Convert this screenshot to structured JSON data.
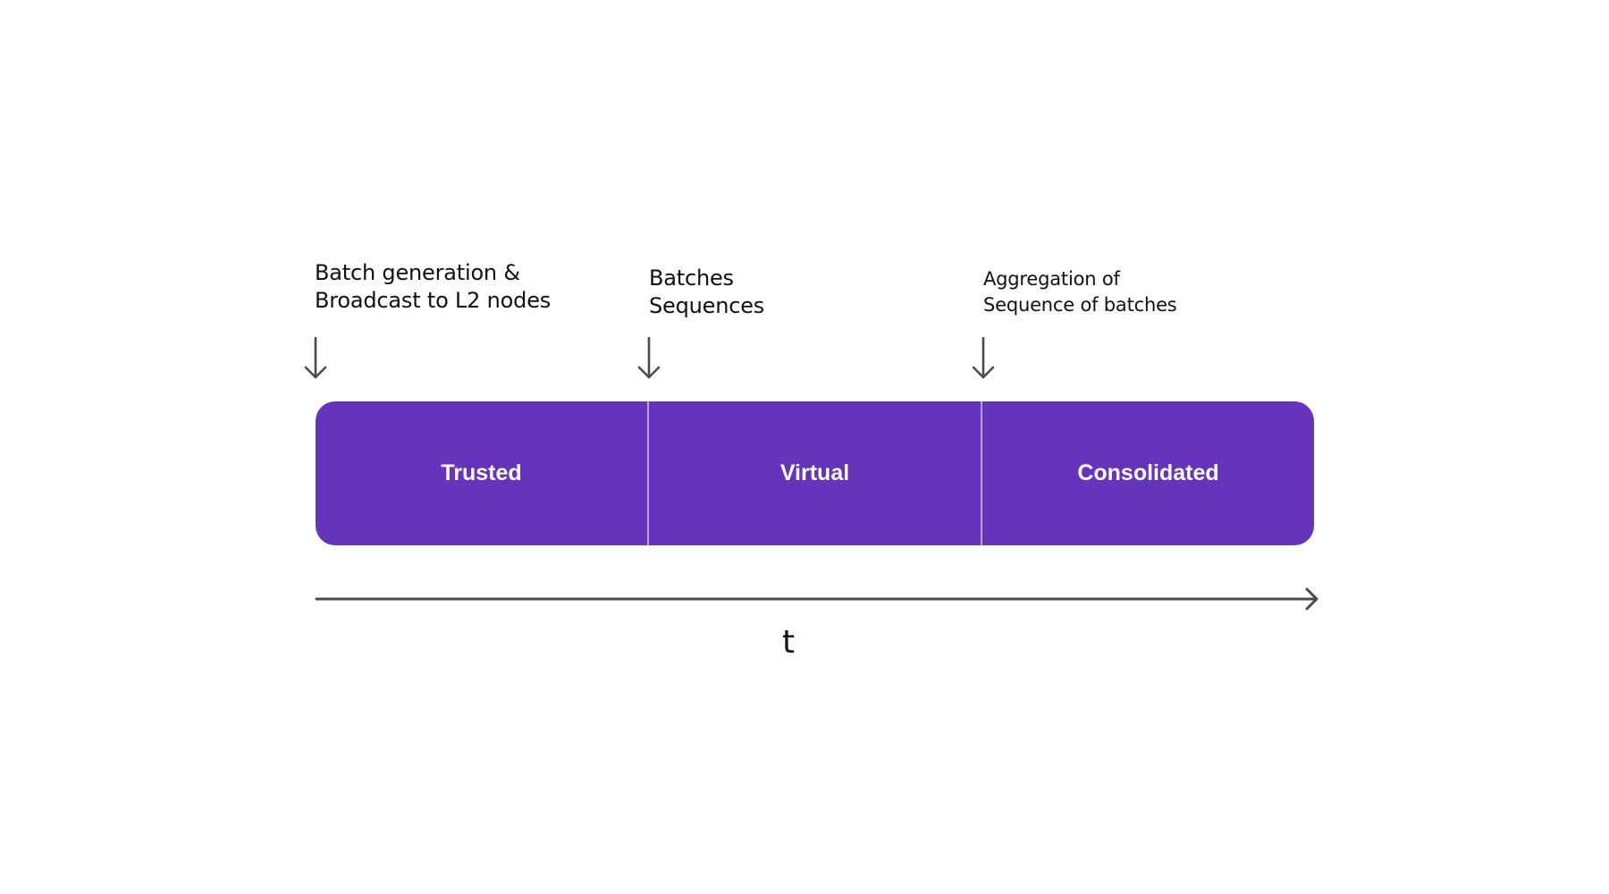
{
  "stage_labels": [
    {
      "lines": [
        "Batch generation &",
        "Broadcast to L2 nodes"
      ]
    },
    {
      "lines": [
        "Batches",
        "Sequences"
      ]
    },
    {
      "lines": [
        "Aggregation of",
        "Sequence of batches"
      ]
    }
  ],
  "states": [
    {
      "label": "Trusted"
    },
    {
      "label": "Virtual"
    },
    {
      "label": "Consolidated"
    }
  ],
  "axis": {
    "label": "t"
  },
  "colors": {
    "bar": "#6633bb",
    "divider": "#b9a2dd",
    "arrow": "#4a4a50",
    "text": "#111111"
  }
}
